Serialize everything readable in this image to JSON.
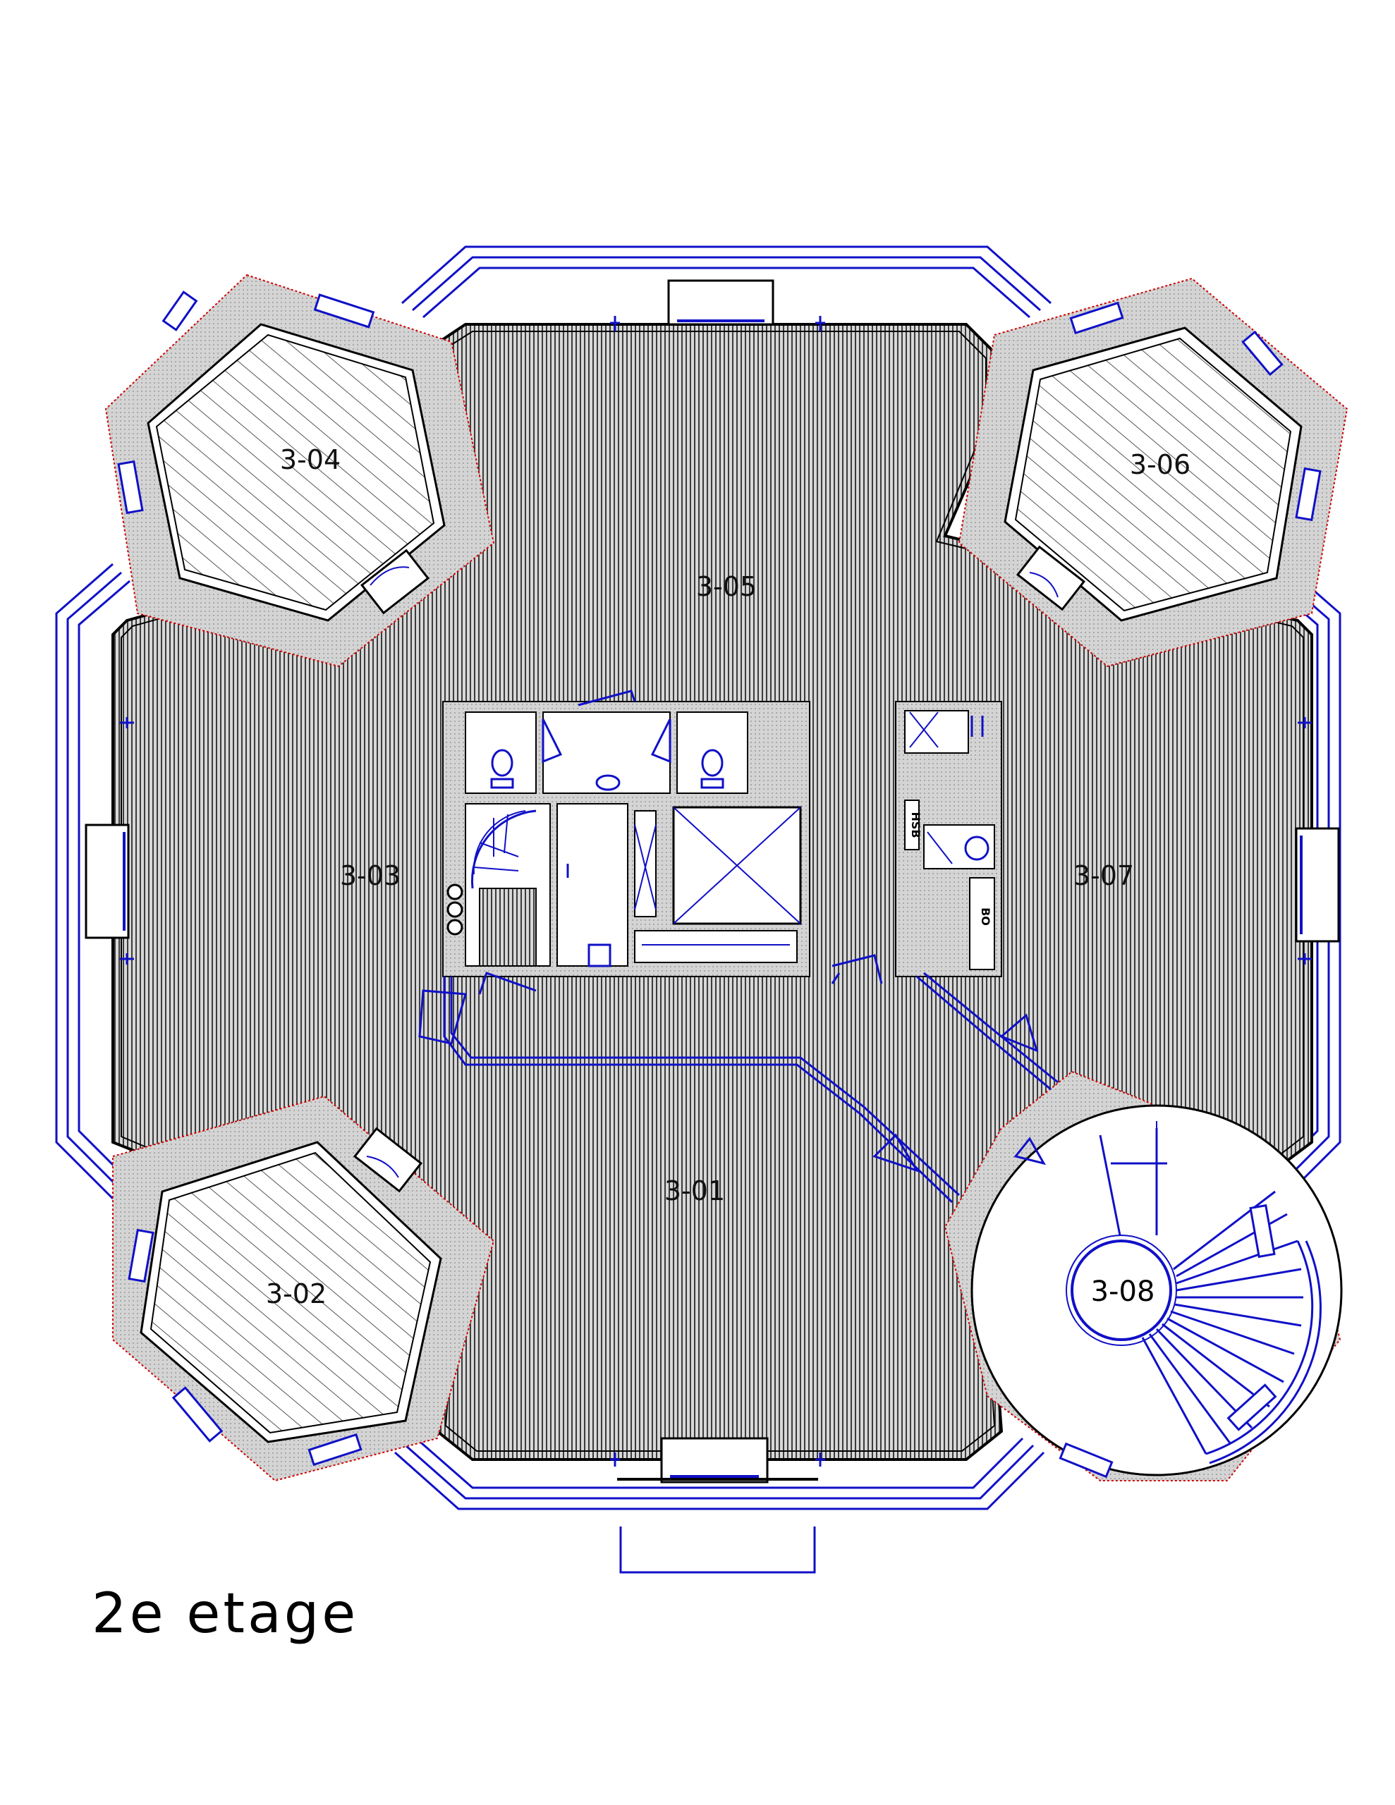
{
  "title": "2e etage",
  "rooms": {
    "r301": "3-01",
    "r302": "3-02",
    "r303": "3-03",
    "r304": "3-04",
    "r305": "3-05",
    "r306": "3-06",
    "r307": "3-07",
    "r308": "3-08"
  },
  "service_labels": {
    "hsb": "HSB",
    "bo": "BO"
  },
  "colors": {
    "wall_fill": "#cfcfcf",
    "floor_hatch": "#4a4a4a",
    "accent_blue": "#1010c8",
    "line_black": "#000000",
    "wall_edge_red": "#d00000"
  }
}
